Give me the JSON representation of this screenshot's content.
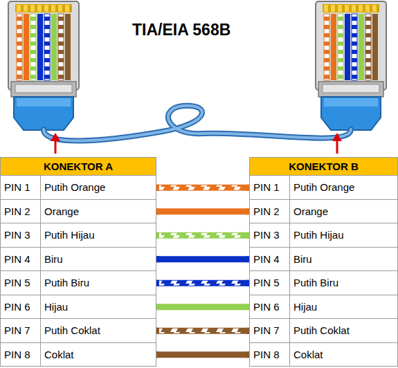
{
  "diagram": {
    "title": "TIA/EIA 568B",
    "nodes": [
      {
        "text": [
          "KONEKTOR A"
        ]
      },
      {
        "text": [
          "PIN 1",
          "Putih Orange"
        ]
      },
      {
        "text": [
          "PIN 2",
          "Orange"
        ]
      },
      {
        "text": [
          "PIN 3",
          "Putih Hijau"
        ]
      },
      {
        "text": [
          "PIN 4",
          "Biru"
        ]
      },
      {
        "text": [
          "PIN 5",
          "Putih Biru"
        ]
      },
      {
        "text": [
          "PIN 6",
          "Hijau"
        ]
      },
      {
        "text": [
          "PIN 7",
          "Putih Coklat"
        ]
      },
      {
        "text": [
          "PIN 8",
          "Coklat"
        ]
      },
      {
        "text": [
          "KONEKTOR B"
        ]
      },
      {
        "text": [
          "PIN 1",
          "Putih Orange"
        ]
      },
      {
        "text": [
          "PIN 2",
          "Orange"
        ]
      },
      {
        "text": [
          "PIN 3",
          "Putih Hijau"
        ]
      },
      {
        "text": [
          "PIN 4",
          "Biru"
        ]
      },
      {
        "text": [
          "PIN 5",
          "Putih Biru"
        ]
      },
      {
        "text": [
          "PIN 6",
          "Hijau"
        ]
      },
      {
        "text": [
          "PIN 7",
          "Putih Coklat"
        ]
      },
      {
        "text": [
          "PIN 8",
          "Coklat"
        ]
      }
    ],
    "edges": [
      {
        "from": 1,
        "to": 10,
        "arrow": "none"
      },
      {
        "from": 2,
        "to": 11,
        "arrow": "none"
      },
      {
        "from": 3,
        "to": 12,
        "arrow": "none"
      },
      {
        "from": 4,
        "to": 13,
        "arrow": "none"
      },
      {
        "from": 5,
        "to": 14,
        "arrow": "none"
      },
      {
        "from": 6,
        "to": 15,
        "arrow": "none"
      },
      {
        "from": 7,
        "to": 16,
        "arrow": "none"
      },
      {
        "from": 8,
        "to": 17,
        "arrow": "none"
      }
    ]
  }
}
